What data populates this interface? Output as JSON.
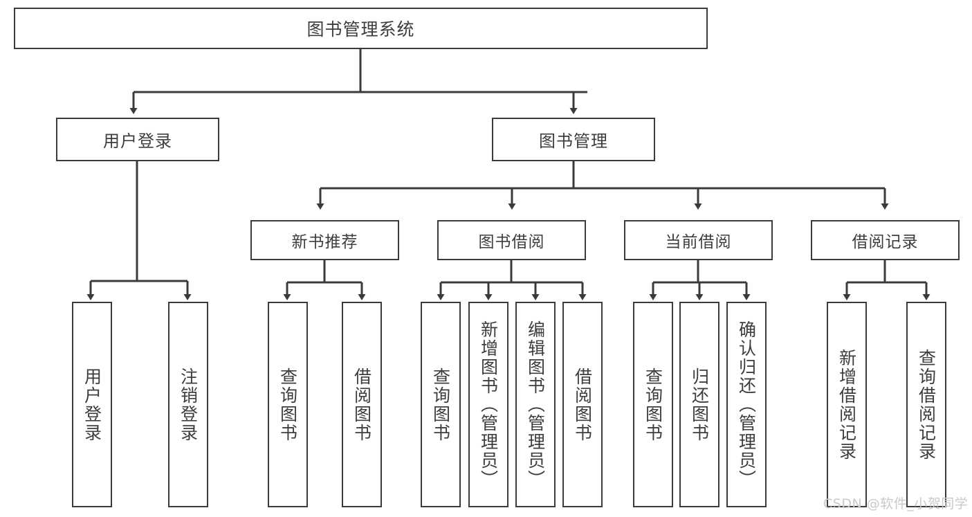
{
  "diagram": {
    "type": "tree",
    "title": "图书管理系统",
    "watermark": "CSDN @软件_小贺同学",
    "colors": {
      "box_border": "#3a3a3a",
      "box_fill": "#ffffff",
      "text": "#3d3d3d",
      "edge": "#3a3a3a",
      "watermark": "#c9c9c9",
      "background": "#ffffff"
    },
    "root": {
      "label": "图书管理系统"
    },
    "level1": [
      {
        "label": "用户登录"
      },
      {
        "label": "图书管理"
      }
    ],
    "level2": [
      {
        "label": "新书推荐"
      },
      {
        "label": "图书借阅"
      },
      {
        "label": "当前借阅"
      },
      {
        "label": "借阅记录"
      }
    ],
    "leaves": {
      "user_login": [
        {
          "label": "用户登录"
        },
        {
          "label": "注销登录"
        }
      ],
      "new_book_recommend": [
        {
          "label": "查询图书"
        },
        {
          "label": "借阅图书"
        }
      ],
      "book_borrow": [
        {
          "label": "查询图书"
        },
        {
          "label": "新增图书（管理员）"
        },
        {
          "label": "编辑图书（管理员）"
        },
        {
          "label": "借阅图书"
        }
      ],
      "current_borrow": [
        {
          "label": "查询图书"
        },
        {
          "label": "归还图书"
        },
        {
          "label": "确认归还（管理员）"
        }
      ],
      "borrow_record": [
        {
          "label": "新增借阅记录"
        },
        {
          "label": "查询借阅记录"
        }
      ]
    }
  }
}
